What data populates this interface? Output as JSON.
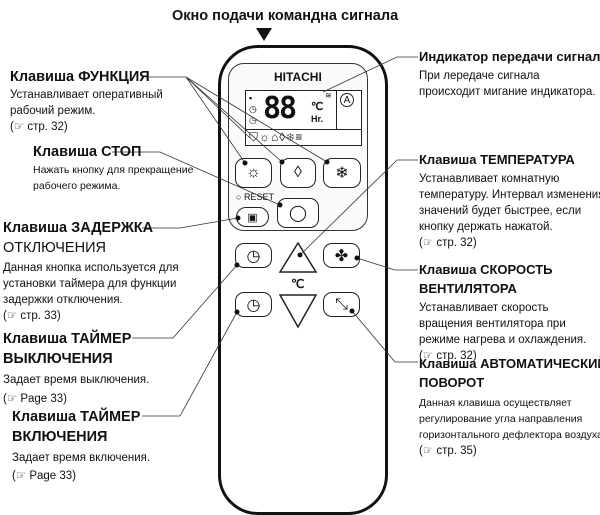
{
  "top_label": "Окно подачи команднa сигнала",
  "remote": {
    "brand": "HITACHI",
    "lcd_digits": "88",
    "lcd_unit_c": "℃",
    "lcd_unit_hr": "Hr.",
    "reset_label": "RESET",
    "temp_key_label": "℃",
    "auto_symbol": "A"
  },
  "left": [
    {
      "title": "Клавиша ФУНКЦИЯ",
      "desc": [
        "Устанавливает оперативный",
        "рабочий режим.",
        "(☞ стр. 32)"
      ]
    },
    {
      "title": "Клавиша СТОП",
      "desc": [
        "Нажать кнопку для прекращение",
        "рабочего режима."
      ]
    },
    {
      "title": "Клавиша ЗАДЕРЖКА",
      "title2": "ОТКЛЮЧЕНИЯ",
      "desc": [
        "Данная кнопка используется для",
        "установки таймера для функции",
        "задержки отключения.",
        "(☞ стр. 33)"
      ]
    },
    {
      "title": "Клавиша ТАЙМЕР",
      "title2": "ВЫКЛЮЧЕНИЯ",
      "desc": [
        "Задает время выключения.",
        "(☞ Page 33)"
      ]
    },
    {
      "title": "Клавиша ТАЙМЕР",
      "title2": "ВКЛЮЧЕНИЯ",
      "desc": [
        "Задает время включения.",
        "(☞ Page 33)"
      ]
    }
  ],
  "right": [
    {
      "title": "Индикатор передачи сигнала",
      "desc": [
        "При лередаче сигнала",
        "происходит мигание индикатора."
      ]
    },
    {
      "title": "Клавиша ТЕМПЕРАТУРА",
      "desc": [
        "Устанавливает комнатную",
        "температуру. Интервал изменения",
        "значений будет быстрее, если",
        "кнопку держать нажатой.",
        "(☞ стр. 32)"
      ]
    },
    {
      "title": "Клавиша СКОРОСТЬ",
      "title2": "ВЕНТИЛЯТОРА",
      "desc": [
        "Устанавливает скорость",
        "вращения вентилятора при",
        "режиме нагрева и охлаждения.",
        "(☞ стр. 32)"
      ]
    },
    {
      "title": "Клавиша АВТОМАТИЧЕСКИЙ",
      "title2": "ПОВОРОТ",
      "desc": [
        "Данная клавиша осуществляет",
        "регулирование угла направления",
        "горизонтального дефлектора воздуха.",
        "(☞ стр. 35)"
      ]
    }
  ]
}
